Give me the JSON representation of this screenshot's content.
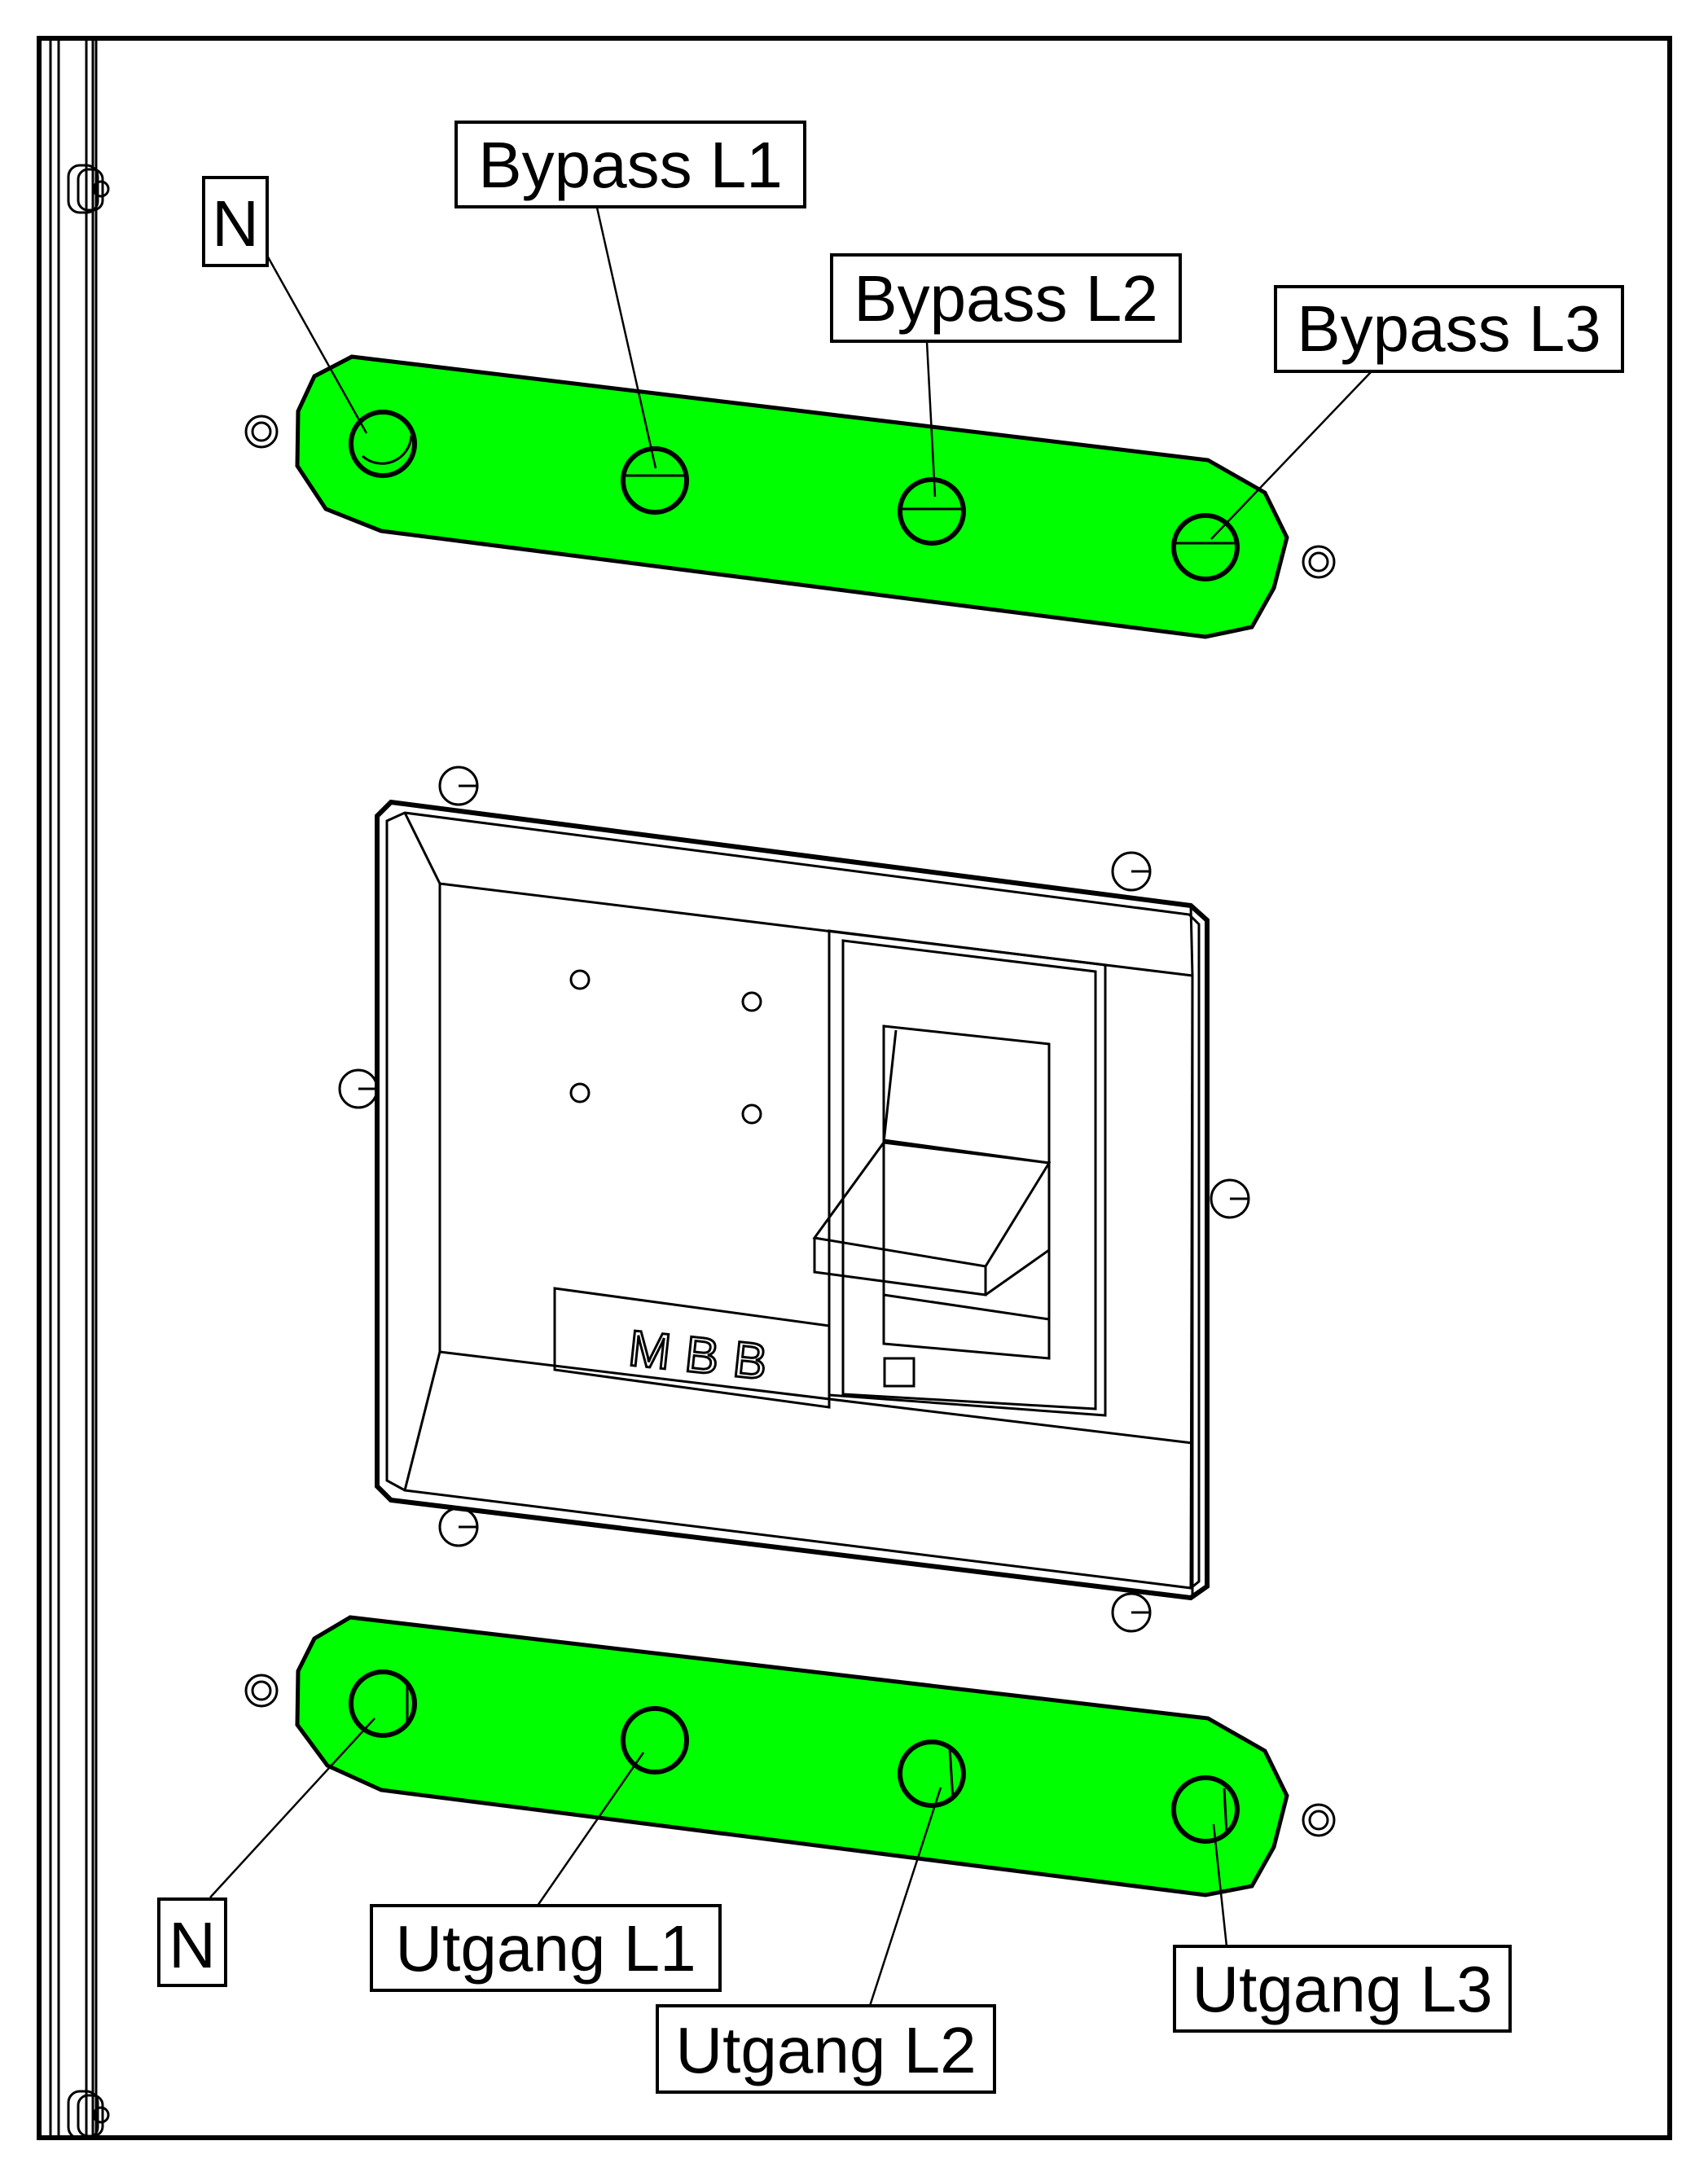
{
  "colors": {
    "busbar": "#00ff00",
    "ink": "#000000",
    "paper": "#ffffff"
  },
  "top_busbar": {
    "labels": {
      "n": "N",
      "l1": "Bypass L1",
      "l2": "Bypass L2",
      "l3": "Bypass L3"
    }
  },
  "bottom_busbar": {
    "labels": {
      "n": "N",
      "l1": "Utgang L1",
      "l2": "Utgang L2",
      "l3": "Utgang L3"
    }
  },
  "breaker": {
    "label": "MBB"
  }
}
